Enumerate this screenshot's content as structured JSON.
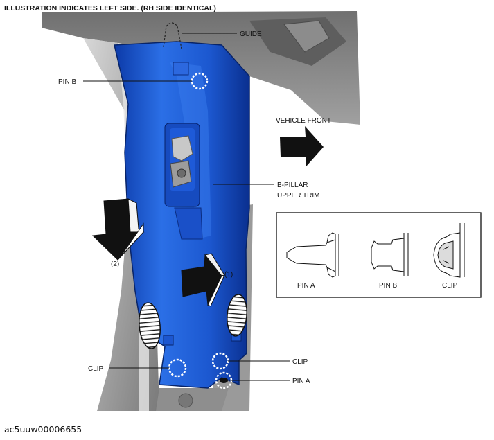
{
  "header": "ILLUSTRATION INDICATES LEFT SIDE. (RH SIDE IDENTICAL)",
  "figure_id": "ac5uuw00006655",
  "callouts": {
    "guide": "GUIDE",
    "pin_b": "PIN B",
    "vehicle_front": "VEHICLE FRONT",
    "b_pillar_line1": "B-PILLAR",
    "b_pillar_line2": "UPPER TRIM",
    "step_1": "(1)",
    "step_2": "(2)",
    "clip_left": "CLIP",
    "clip_right": "CLIP",
    "pin_a": "PIN A"
  },
  "inset": {
    "labels": [
      "PIN A",
      "PIN B",
      "CLIP"
    ]
  },
  "colors": {
    "trim": "#1f5fd6",
    "trim_dark": "#0b2f8a",
    "trim_light": "#4f8cf0",
    "body_gray": "#8a8a8a",
    "body_light": "#c9c9c9"
  }
}
